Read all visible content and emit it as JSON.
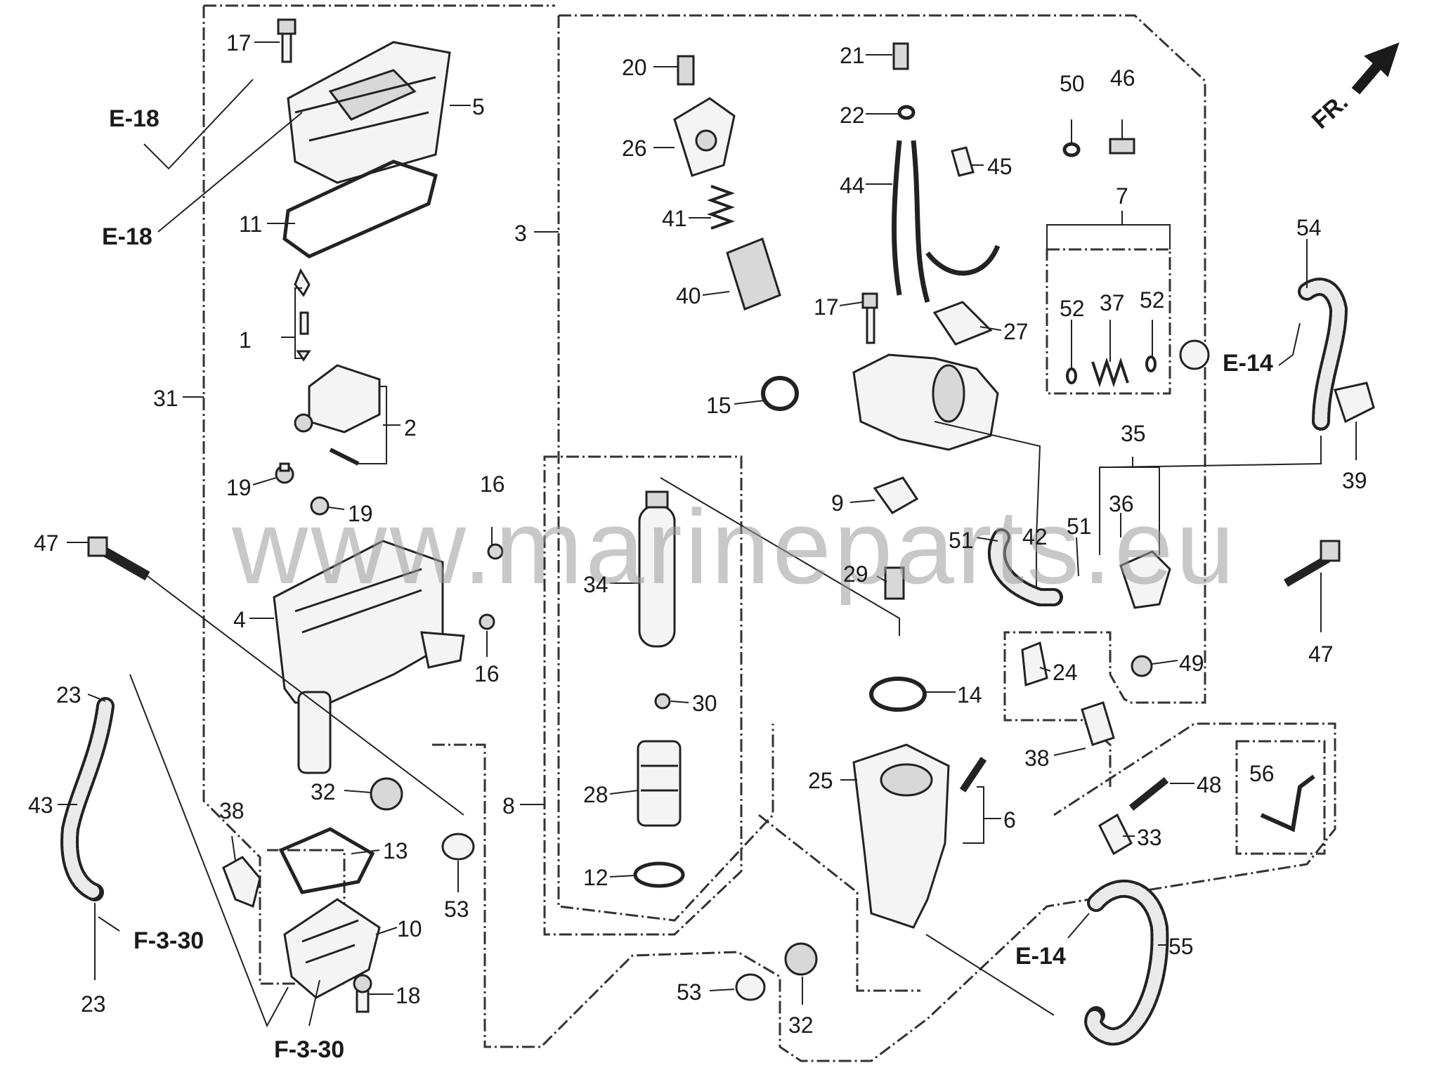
{
  "watermark": "www.marineparts.eu",
  "orientation": {
    "label": "FR.",
    "icon": "front-direction-arrow-icon"
  },
  "callouts": [
    {
      "id": "c-17a",
      "label": "17"
    },
    {
      "id": "c-5",
      "label": "5"
    },
    {
      "id": "c-11",
      "label": "11"
    },
    {
      "id": "c-1",
      "label": "1"
    },
    {
      "id": "c-2",
      "label": "2"
    },
    {
      "id": "c-31",
      "label": "31"
    },
    {
      "id": "c-19a",
      "label": "19"
    },
    {
      "id": "c-19b",
      "label": "19"
    },
    {
      "id": "c-16a",
      "label": "16"
    },
    {
      "id": "c-47a",
      "label": "47"
    },
    {
      "id": "c-4",
      "label": "4"
    },
    {
      "id": "c-16b",
      "label": "16"
    },
    {
      "id": "c-23a",
      "label": "23"
    },
    {
      "id": "c-43",
      "label": "43"
    },
    {
      "id": "c-23b",
      "label": "23"
    },
    {
      "id": "c-38a",
      "label": "38"
    },
    {
      "id": "c-32a",
      "label": "32"
    },
    {
      "id": "c-13",
      "label": "13"
    },
    {
      "id": "c-10",
      "label": "10"
    },
    {
      "id": "c-18",
      "label": "18"
    },
    {
      "id": "c-53a",
      "label": "53"
    },
    {
      "id": "c-3",
      "label": "3"
    },
    {
      "id": "c-20",
      "label": "20"
    },
    {
      "id": "c-26",
      "label": "26"
    },
    {
      "id": "c-41",
      "label": "41"
    },
    {
      "id": "c-40",
      "label": "40"
    },
    {
      "id": "c-15",
      "label": "15"
    },
    {
      "id": "c-34",
      "label": "34"
    },
    {
      "id": "c-30",
      "label": "30"
    },
    {
      "id": "c-28",
      "label": "28"
    },
    {
      "id": "c-12",
      "label": "12"
    },
    {
      "id": "c-8",
      "label": "8"
    },
    {
      "id": "c-21",
      "label": "21"
    },
    {
      "id": "c-22",
      "label": "22"
    },
    {
      "id": "c-44",
      "label": "44"
    },
    {
      "id": "c-45",
      "label": "45"
    },
    {
      "id": "c-17b",
      "label": "17"
    },
    {
      "id": "c-27",
      "label": "27"
    },
    {
      "id": "c-50",
      "label": "50"
    },
    {
      "id": "c-46",
      "label": "46"
    },
    {
      "id": "c-7",
      "label": "7"
    },
    {
      "id": "c-52a",
      "label": "52"
    },
    {
      "id": "c-37",
      "label": "37"
    },
    {
      "id": "c-52b",
      "label": "52"
    },
    {
      "id": "c-54",
      "label": "54"
    },
    {
      "id": "c-39",
      "label": "39"
    },
    {
      "id": "c-9",
      "label": "9"
    },
    {
      "id": "c-29",
      "label": "29"
    },
    {
      "id": "c-51a",
      "label": "51"
    },
    {
      "id": "c-42",
      "label": "42"
    },
    {
      "id": "c-51b",
      "label": "51"
    },
    {
      "id": "c-36",
      "label": "36"
    },
    {
      "id": "c-35",
      "label": "35"
    },
    {
      "id": "c-49",
      "label": "49"
    },
    {
      "id": "c-47b",
      "label": "47"
    },
    {
      "id": "c-14",
      "label": "14"
    },
    {
      "id": "c-24",
      "label": "24"
    },
    {
      "id": "c-38b",
      "label": "38"
    },
    {
      "id": "c-25",
      "label": "25"
    },
    {
      "id": "c-6",
      "label": "6"
    },
    {
      "id": "c-48",
      "label": "48"
    },
    {
      "id": "c-56",
      "label": "56"
    },
    {
      "id": "c-33",
      "label": "33"
    },
    {
      "id": "c-32b",
      "label": "32"
    },
    {
      "id": "c-53b",
      "label": "53"
    },
    {
      "id": "c-55",
      "label": "55"
    }
  ],
  "references": [
    {
      "id": "r-e18a",
      "label": "E-18"
    },
    {
      "id": "r-e18b",
      "label": "E-18"
    },
    {
      "id": "r-e14a",
      "label": "E-14"
    },
    {
      "id": "r-e14b",
      "label": "E-14"
    },
    {
      "id": "r-f330a",
      "label": "F-3-30"
    },
    {
      "id": "r-f330b",
      "label": "F-3-30"
    }
  ]
}
